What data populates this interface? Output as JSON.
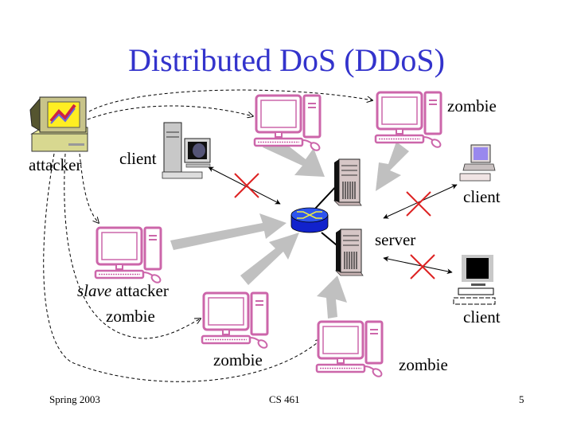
{
  "slide": {
    "title": "Distributed DoS (DDoS)",
    "title_color": "#3333cc",
    "labels": {
      "attacker": "attacker",
      "client_left": "client",
      "zombie_top_right": "zombie",
      "client_right_top": "client",
      "server": "server",
      "slave_italic": "slave",
      "slave_rest": " attacker",
      "slave_zombie": "zombie",
      "client_right_bottom": "client",
      "zombie_bottom_center": "zombie",
      "zombie_bottom_right": "zombie"
    },
    "footer": {
      "left": "Spring 2003",
      "center": "CS 461",
      "page": "5"
    }
  },
  "diagram": {
    "nodes": [
      {
        "id": "attacker",
        "type": "attacker-pc",
        "label": "attacker"
      },
      {
        "id": "zombie1",
        "type": "zombie-pc"
      },
      {
        "id": "zombie2",
        "type": "zombie-pc",
        "label": "zombie"
      },
      {
        "id": "slave",
        "type": "zombie-pc",
        "label": "slave attacker zombie"
      },
      {
        "id": "zombie3",
        "type": "zombie-pc",
        "label": "zombie"
      },
      {
        "id": "zombie4",
        "type": "zombie-pc",
        "label": "zombie"
      },
      {
        "id": "router",
        "type": "router"
      },
      {
        "id": "server1",
        "type": "server"
      },
      {
        "id": "server2",
        "type": "server",
        "label": "server"
      },
      {
        "id": "client1",
        "type": "client",
        "label": "client"
      },
      {
        "id": "client2",
        "type": "client",
        "label": "client"
      },
      {
        "id": "client3",
        "type": "client",
        "label": "client"
      }
    ],
    "colors": {
      "zombie": "#cc66aa",
      "flood_arrow": "#c0c0c0",
      "blocked_x": "#dd2222",
      "router": "#1133dd",
      "router_cross": "#eeee44"
    }
  }
}
